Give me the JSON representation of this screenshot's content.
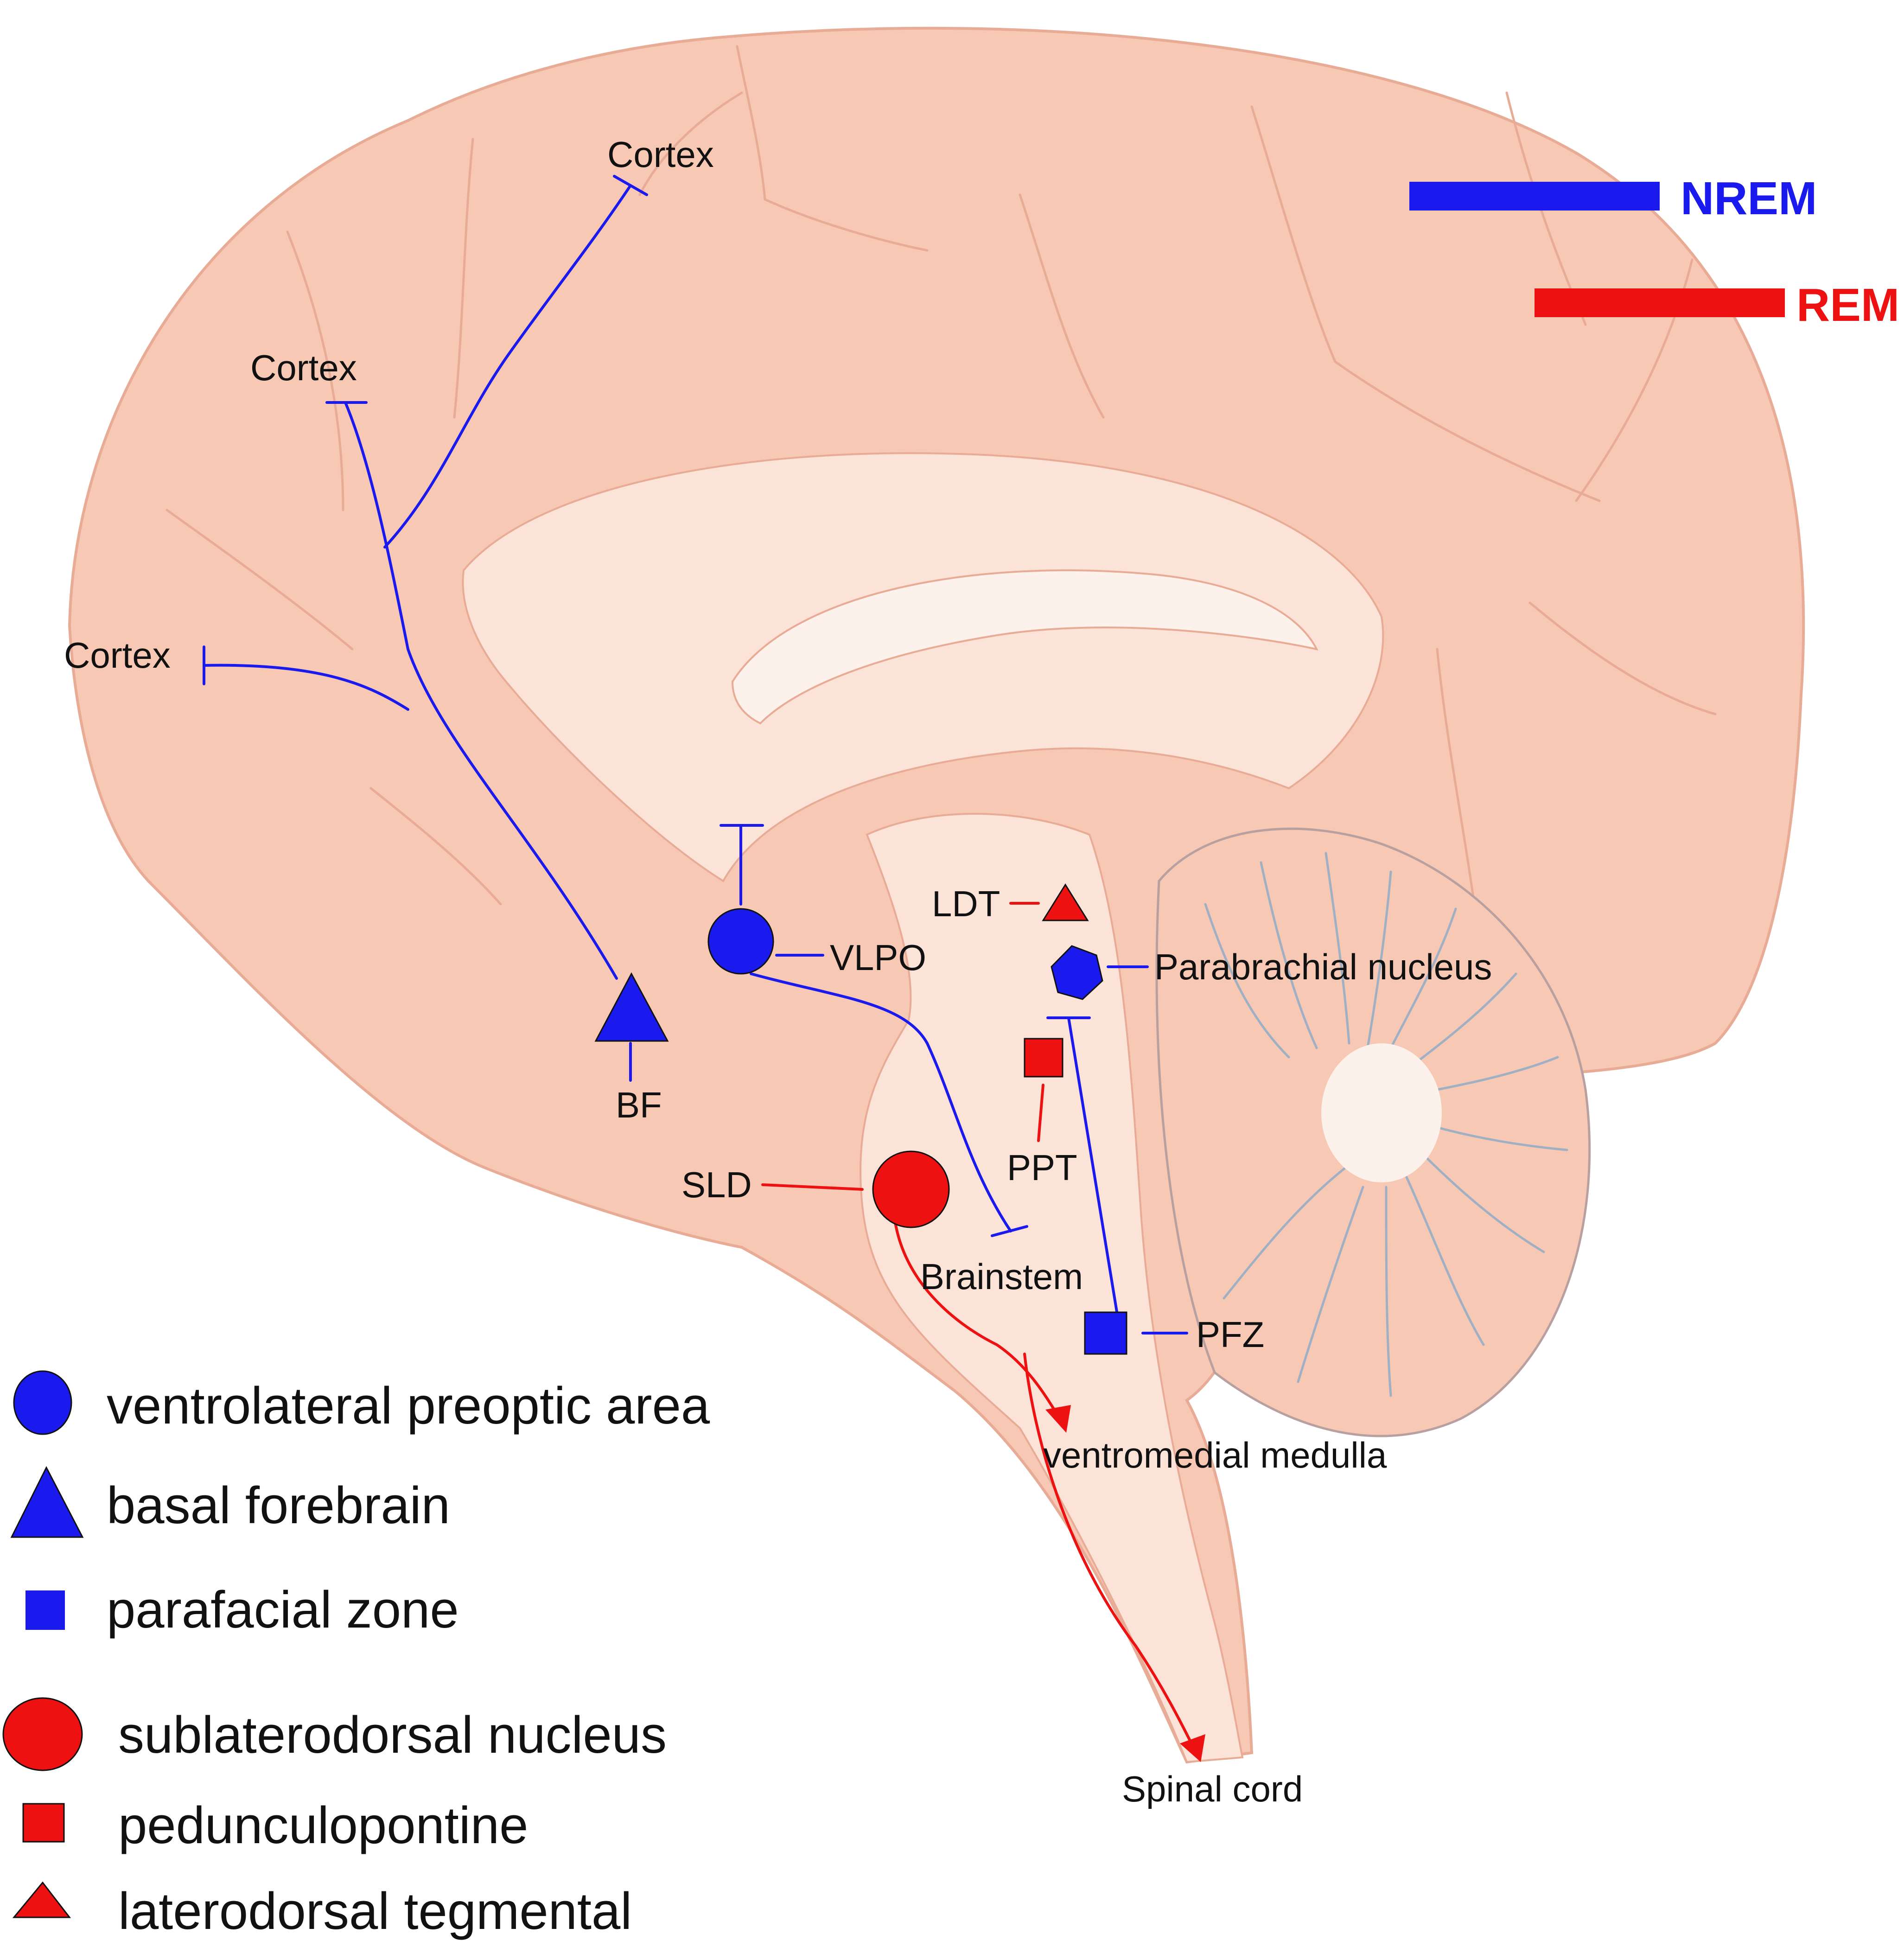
{
  "colors": {
    "nrem": "#1a1aee",
    "rem": "#ee1111",
    "brain": "#f7c8b4",
    "brain_inner": "#fbe3d8",
    "brain_light": "#fdf1ec",
    "sulcus": "#e8ab95"
  },
  "key": {
    "nrem_label": "NREM",
    "rem_label": "REM"
  },
  "labels": {
    "cortex_top": "Cortex",
    "cortex_mid": "Cortex",
    "cortex_left": "Cortex",
    "bf": "BF",
    "vlpo": "VLPO",
    "ldt": "LDT",
    "parabrachial": "Parabrachial nucleus",
    "ppt": "PPT",
    "sld": "SLD",
    "brainstem": "Brainstem",
    "pfz": "PFZ",
    "ventromedial": "ventromedial medulla",
    "spinal": "Spinal cord"
  },
  "legend": [
    {
      "shape": "circle-icon",
      "color": "blue",
      "label": "ventrolateral preoptic area"
    },
    {
      "shape": "triangle-icon",
      "color": "blue",
      "label": "basal forebrain"
    },
    {
      "shape": "square-icon",
      "color": "blue",
      "label": "parafacial zone"
    },
    {
      "shape": "circle-icon",
      "color": "red",
      "label": "sublaterodorsal nucleus"
    },
    {
      "shape": "square-icon",
      "color": "red",
      "label": "pedunculopontine"
    },
    {
      "shape": "triangle-icon",
      "color": "red",
      "label": "laterodorsal tegmental"
    }
  ]
}
